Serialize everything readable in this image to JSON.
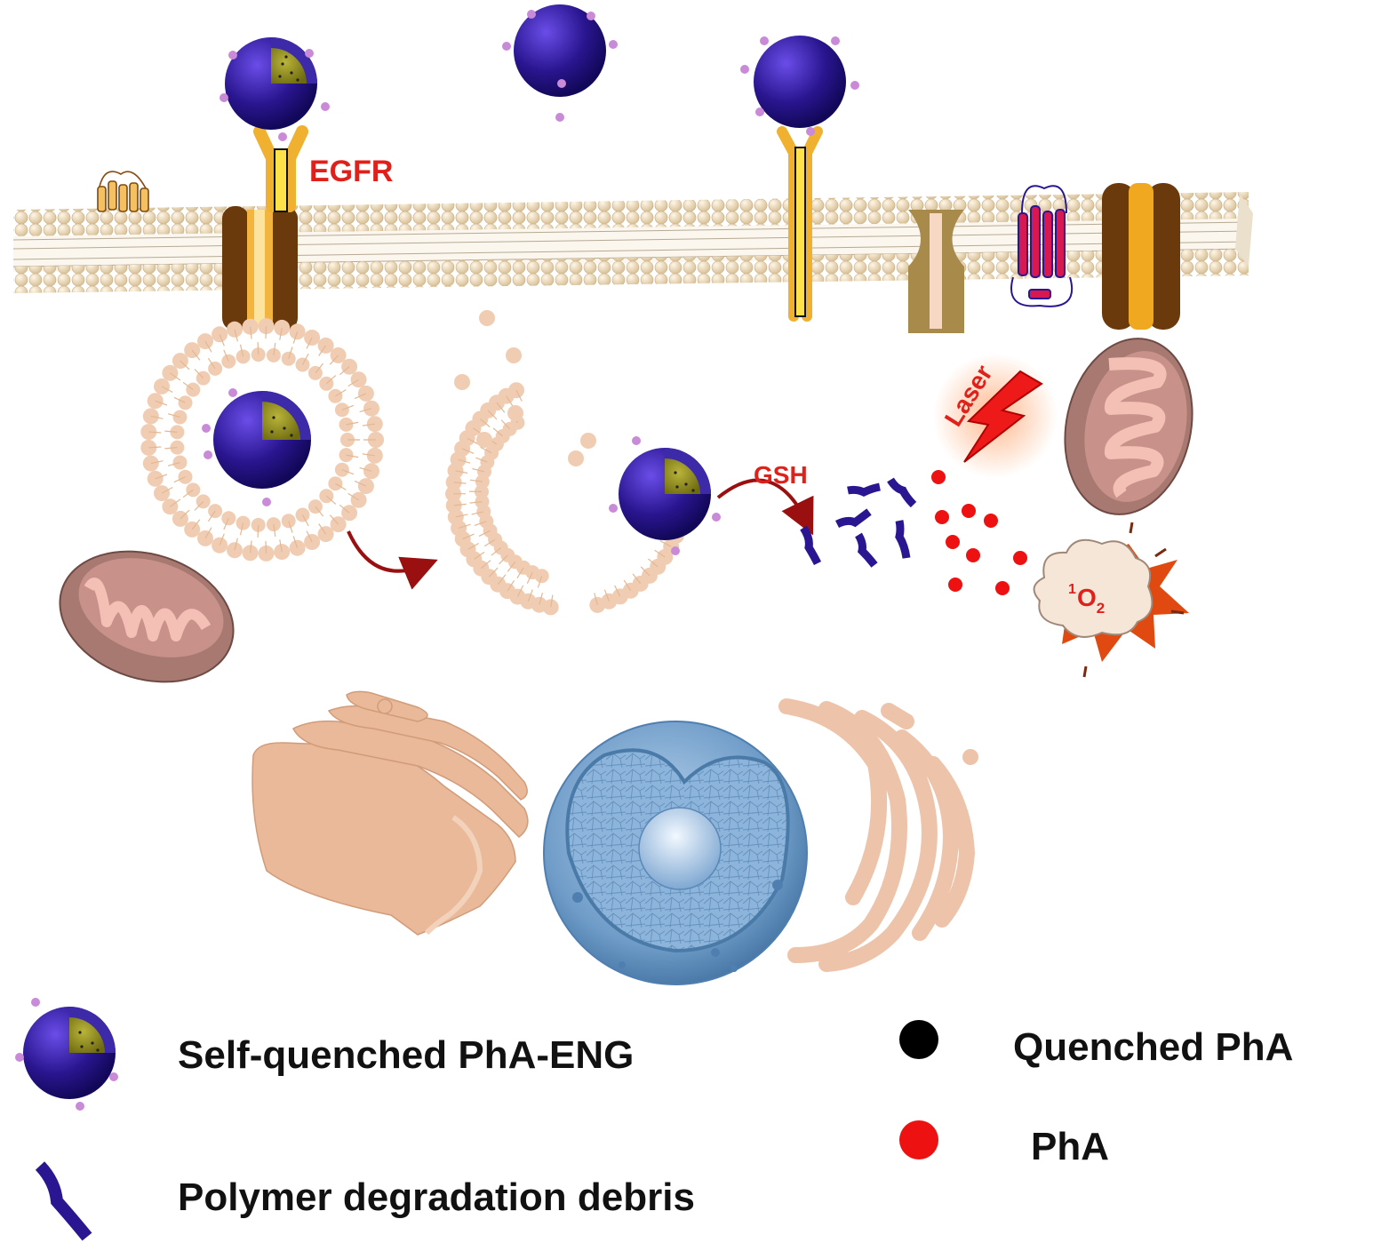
{
  "labels": {
    "egfr": "EGFR",
    "gsh": "GSH",
    "laser": "Laser",
    "singlet_oxygen_sup": "1",
    "singlet_oxygen_main": "O",
    "singlet_oxygen_sub": "2"
  },
  "legend": {
    "nanoparticle": "Self-quenched PhA-ENG",
    "debris": "Polymer degradation debris",
    "quenched": "Quenched PhA",
    "pha": "PhA"
  },
  "colors": {
    "nanoparticle": "#2a1690",
    "core": "#7d7a12",
    "membrane_head": "#f1dfc0",
    "receptor": "#f0b030",
    "label_red": "#e0201a",
    "pha_dot": "#ee1111",
    "quenched_dot": "#000000",
    "nucleus": "#6f9cc8",
    "organelle": "#e9b99a",
    "mitochondrion": "#a87970"
  }
}
